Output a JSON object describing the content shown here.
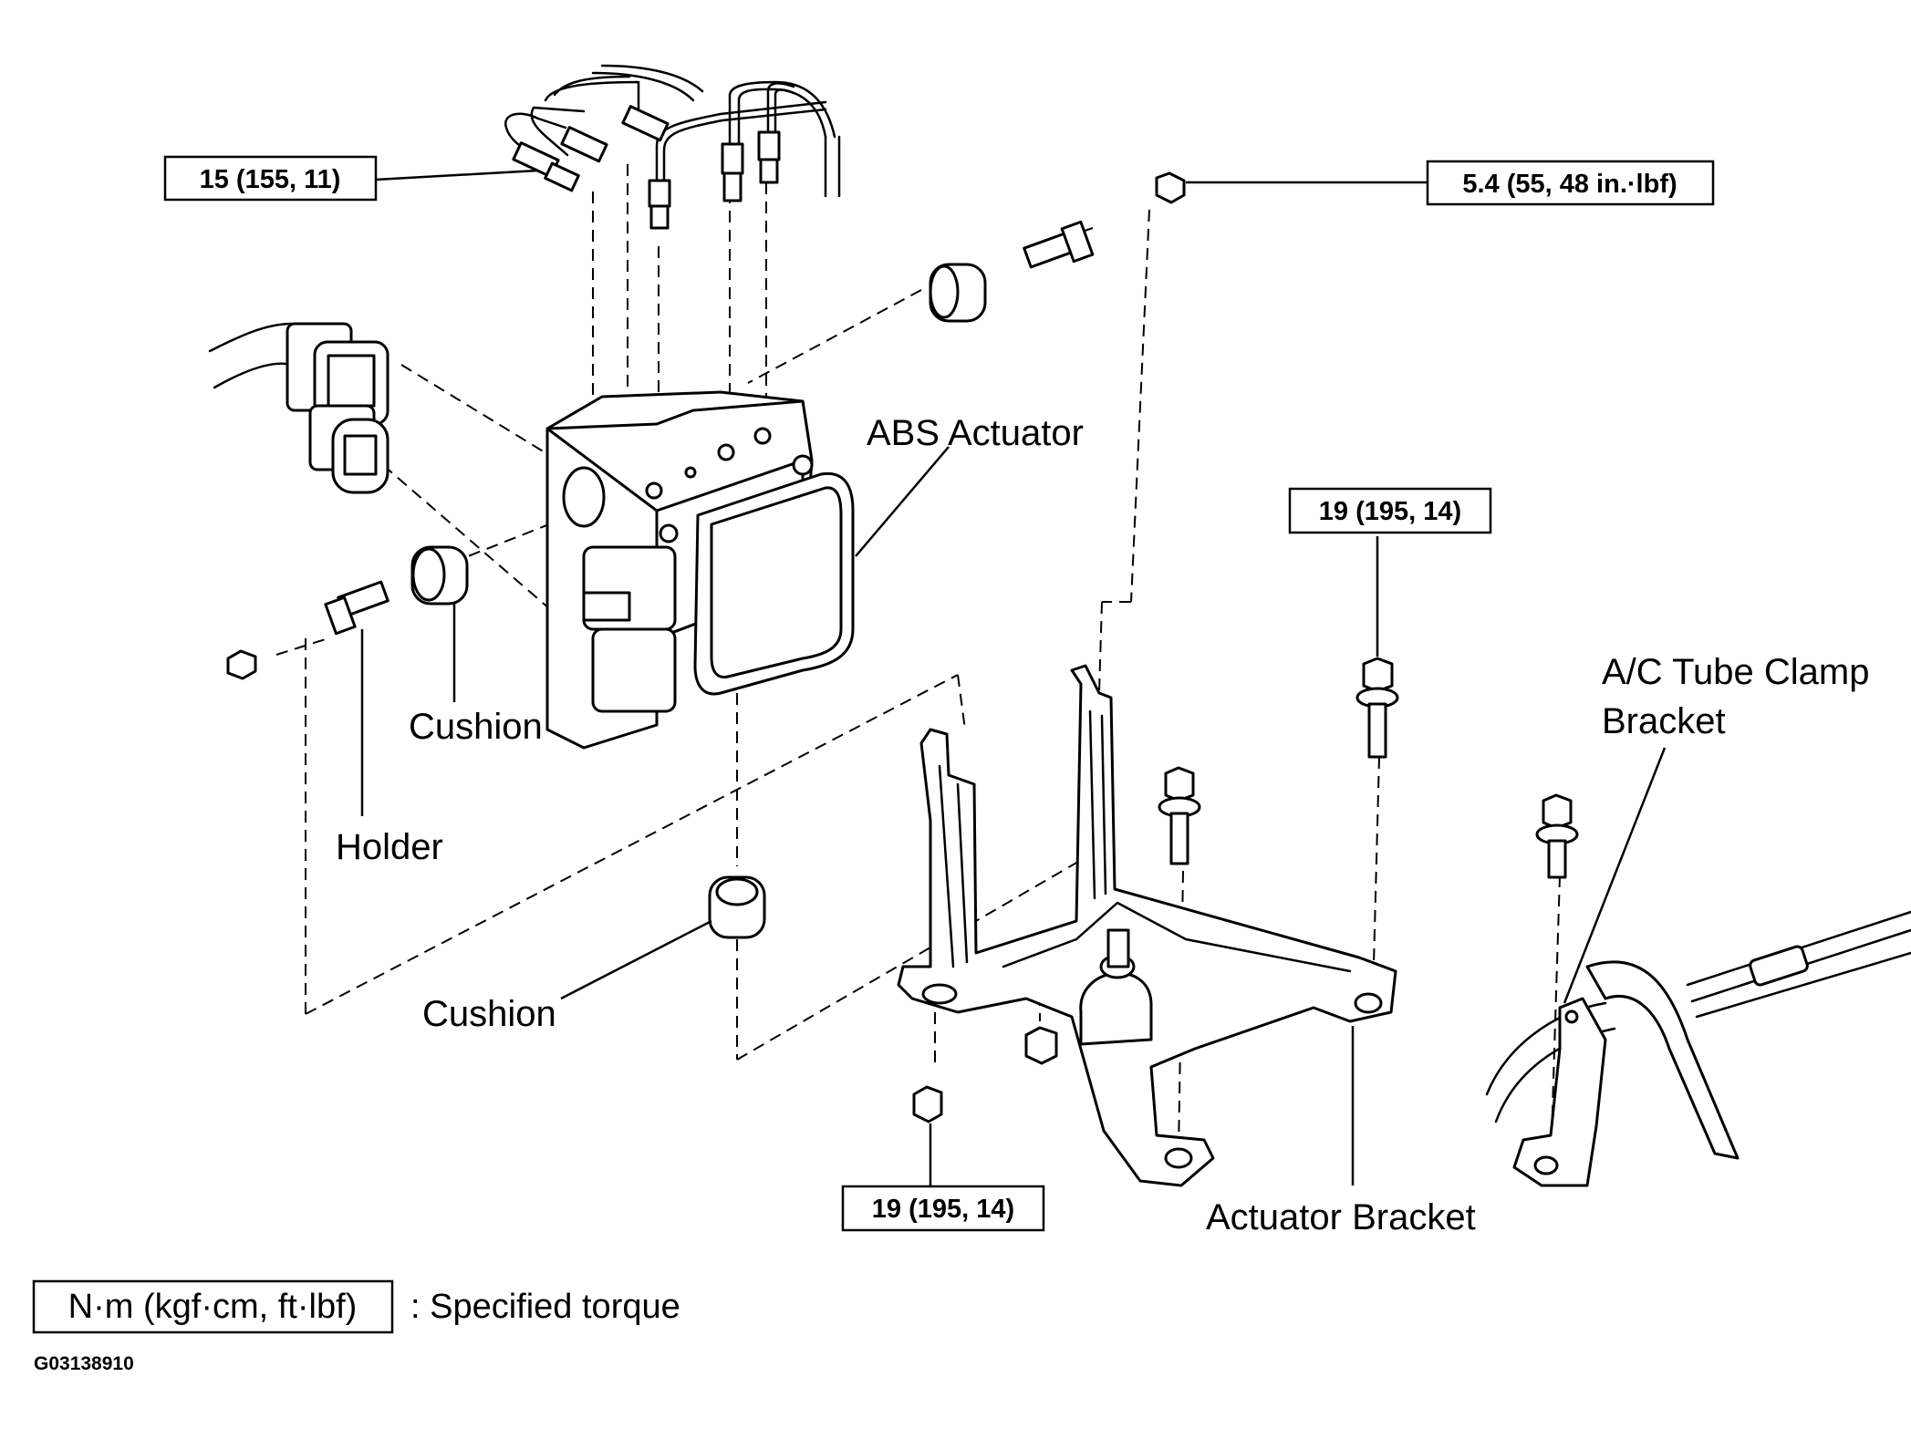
{
  "labels": {
    "abs_actuator": "ABS Actuator",
    "cushion_upper": "Cushion",
    "cushion_lower": "Cushion",
    "holder": "Holder",
    "ac_tube_clamp_line1": "A/C Tube Clamp",
    "ac_tube_clamp_line2": "Bracket",
    "actuator_bracket": "Actuator Bracket"
  },
  "torques": {
    "brake_tube": "15 (155, 11)",
    "holder_nut": "5.4 (55, 48 in.·lbf)",
    "bracket_bolt": "19 (195, 14)",
    "bracket_nut": "19 (195, 14)"
  },
  "legend": {
    "units": "N·m (kgf·cm, ft·lbf)",
    "description": ": Specified torque"
  },
  "figure_code": "G03138910"
}
